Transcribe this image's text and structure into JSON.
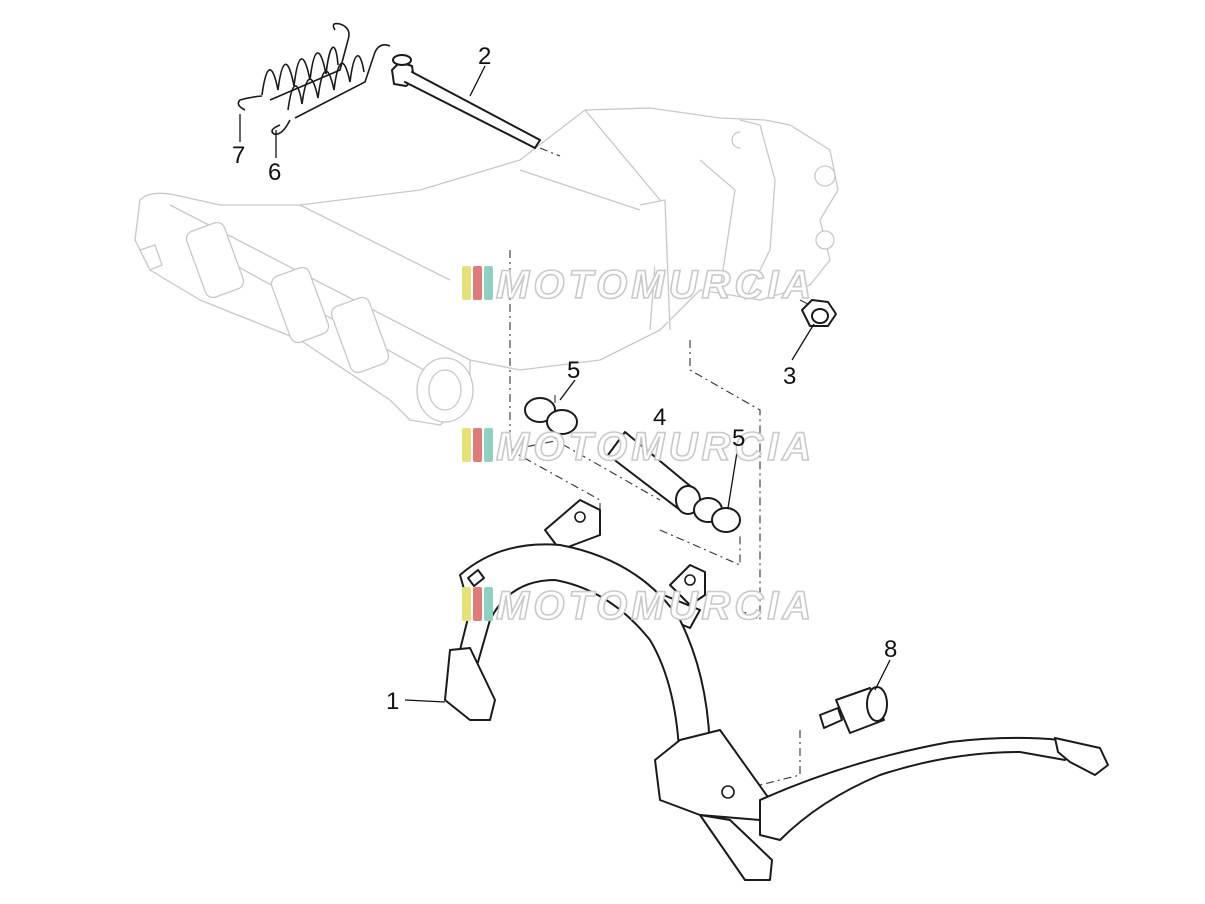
{
  "diagram": {
    "callouts": [
      {
        "id": "1",
        "label": "1"
      },
      {
        "id": "2",
        "label": "2"
      },
      {
        "id": "3",
        "label": "3"
      },
      {
        "id": "4",
        "label": "4"
      },
      {
        "id": "5a",
        "label": "5"
      },
      {
        "id": "5b",
        "label": "5"
      },
      {
        "id": "6",
        "label": "6"
      },
      {
        "id": "7",
        "label": "7"
      },
      {
        "id": "8",
        "label": "8"
      }
    ],
    "watermark": {
      "text": "MOTOMURCIA",
      "stripe_colors": [
        "#e6e07a",
        "#e07b7b",
        "#8fd0c0"
      ]
    },
    "colors": {
      "ink": "#1a1a1a",
      "ghost": "#c8c8c8"
    }
  }
}
